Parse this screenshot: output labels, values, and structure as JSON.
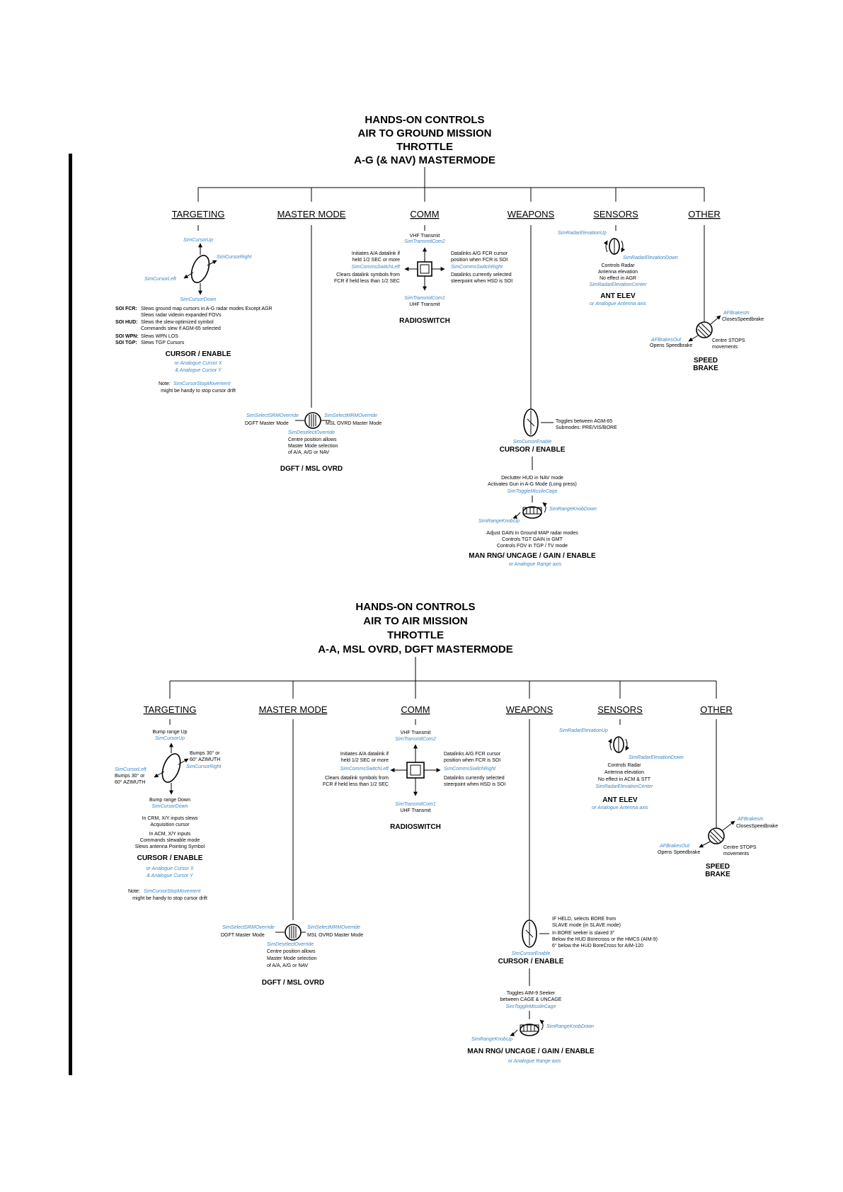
{
  "ag": {
    "title": [
      "HANDS-ON CONTROLS",
      "AIR TO GROUND MISSION",
      "THROTTLE",
      "A-G (& NAV) MASTERMODE"
    ],
    "headers": {
      "targeting": "TARGETING",
      "master_mode": "MASTER MODE",
      "comm": "COMM",
      "weapons": "WEAPONS",
      "sensors": "SENSORS",
      "other": "OTHER"
    },
    "targeting": {
      "sim_up": "SimCursorUp",
      "sim_right": "SimCursorRight",
      "sim_left": "SimCursorLeft",
      "sim_down": "SimCursorDown",
      "soi_fcr_label": "SOI FCR:",
      "soi_fcr_text": [
        "Slews ground map cursors in A-G radar modes Except AGR",
        "Slews radar videoin expanded FOVs"
      ],
      "soi_hud_label": "SOI HUD:",
      "soi_hud_text": [
        "Slews the slew-optimized symbol",
        "Commands slew if AGM-65 selected"
      ],
      "soi_wpn_label": "SOI WPN:",
      "soi_wpn_text": "Slews WPN LOS",
      "soi_tgp_label": "SOI TGP:",
      "soi_tgp_text": "Slews TGP Cursors",
      "name": "CURSOR / ENABLE",
      "analogue": [
        "or Analogue Cursor X",
        "& Analogue Cursor Y"
      ],
      "note_prefix": "Note:",
      "note_sim": "SimCursorStopMovement",
      "note_text": "might be handy to stop cursor drift"
    },
    "master_mode": {
      "sim_srm": "SimSelectSRMOverride",
      "sim_mrm": "SimSelectMRMOverride",
      "dgft": "DGFT Master Mode",
      "msl": "MSL OVRD Master Mode",
      "sim_deselect": "SimDeselectOverride",
      "centre": [
        "Centre position allows",
        "Master Mode selection",
        "of A/A, A/G or NAV"
      ],
      "name": "DGFT / MSL OVRD"
    },
    "comm": {
      "vhf": "VHF Transmit",
      "sim_com2": "SimTransmitCom2",
      "left_text": [
        "Initiates A/A datalink if",
        "held 1/2 SEC or more"
      ],
      "sim_left": "SimCommsSwitchLeft",
      "left_text2": [
        "Clears datalink symbols from",
        "FCR if held less than 1/2 SEC"
      ],
      "right_text": [
        "Datalinks A/G FCR cursor",
        "position when FCR is SOI"
      ],
      "sim_right": "SimCommsSwitchRight",
      "right_text2": [
        "Datalinks currently selected",
        "steerpoint when HSD is SOI"
      ],
      "sim_com1": "SimTransmitCom1",
      "uhf": "UHF Transmit",
      "name": "RADIOSWITCH"
    },
    "weapons": {
      "toggles": [
        "Toggles between AGM-65",
        "Submodes: PRE/VIS/BORE"
      ],
      "sim_enable": "SimCursorEnable",
      "name1": "CURSOR / ENABLE",
      "declutter": [
        "Declutter HUD in NAV mode",
        "Activates Gun in A-G Mode (Long press)"
      ],
      "sim_cage": "SimToggleMissileCage",
      "sim_knob_down": "SimRangeKnobDown",
      "sim_knob_up": "SimRangeKnobUp",
      "gain": [
        "Adjust GAIN in Ground MAP radar modes",
        "Controls TGT GAIN in GMT",
        "Controls FOV in TGP / TV mode"
      ],
      "name2": "MAN RNG/ UNCAGE / GAIN / ENABLE",
      "analogue": "or Analogue Range axis"
    },
    "sensors": {
      "sim_up": "SimRadarElevationUp",
      "sim_down": "SimRadarElevationDown",
      "controls": [
        "Controls Radar",
        "Antenna elevation",
        "No effect in AGR"
      ],
      "sim_center": "SimRadarElevationCenter",
      "name": "ANT ELEV",
      "analogue": "or Analogue Antenna axis"
    },
    "other": {
      "sim_in": "AFBrakesIn",
      "closes": "ClosesSpeedbrake",
      "sim_out": "AFBrakesOut",
      "opens": "Opens Speedbrake",
      "centre": [
        "Centre STOPS",
        "movements"
      ],
      "name": [
        "SPEED",
        "BRAKE"
      ]
    }
  },
  "aa": {
    "title": [
      "HANDS-ON CONTROLS",
      "AIR TO AIR MISSION",
      "THROTTLE",
      "A-A, MSL OVRD, DGFT  MASTERMODE"
    ],
    "headers": {
      "targeting": "TARGETING",
      "master_mode": "MASTER MODE",
      "comm": "COMM",
      "weapons": "WEAPONS",
      "sensors": "SENSORS",
      "other": "OTHER"
    },
    "targeting": {
      "bump_up": "Bump range Up",
      "sim_up": "SimCursorUp",
      "bump_right": [
        "Bumps 30° or",
        "60° AZIMUTH"
      ],
      "sim_right": "SimCursorRight",
      "sim_left": "SimCursorLeft",
      "bump_left": [
        "Bumps 30° or",
        "60° AZIMUTH"
      ],
      "bump_down": "Bump range Down",
      "sim_down": "SimCursorDown",
      "crm": [
        "In CRM, X/Y inputs slews",
        "Acquisition cursor"
      ],
      "acm": [
        "In ACM, X/Y inputs",
        "Commands slewable mode",
        "Slews antenna Pointing Symbol"
      ],
      "name": "CURSOR / ENABLE",
      "analogue": [
        "or Analogue Cursor X",
        "& Analogue Cursor Y"
      ],
      "note_prefix": "Note:",
      "note_sim": "SimCursorStopMovement",
      "note_text": "might be handy to stop cursor drift"
    },
    "master_mode": {
      "sim_srm": "SimSelectSRMOverride",
      "sim_mrm": "SimSelectMRMOverride",
      "dgft": "DGFT Master Mode",
      "msl": "MSL OVRD Master Mode",
      "sim_deselect": "SimDeselectOverride",
      "centre": [
        "Centre position allows",
        "Master Mode selection",
        "of A/A, A/G or NAV"
      ],
      "name": "DGFT / MSL OVRD"
    },
    "comm": {
      "vhf": "VHF Transmit",
      "sim_com2": "SimTransmitCom2",
      "left_text": [
        "Initiates A/A datalink if",
        "held 1/2 SEC or more"
      ],
      "sim_left": "SimCommsSwitchLeft",
      "left_text2": [
        "Clears datalink symbols from",
        "FCR if held less than 1/2 SEC"
      ],
      "right_text": [
        "Datalinks A/G FCR cursor",
        "position when FCR is SOI"
      ],
      "sim_right": "SimCommsSwitchRight",
      "right_text2": [
        "Datalinks currently selected",
        "steerpoint when HSD is SOI"
      ],
      "sim_com1": "SimTransmitCom1",
      "uhf": "UHF Transmit",
      "name": "RADIOSWITCH"
    },
    "weapons": {
      "held": [
        "IF HELD, selects BORE from",
        "SLAVE mode (in SLAVE mode)",
        "In BORE seeker is slaved 3°",
        "Below the HUD Borecross or the HMCS (AIM-9)",
        "6° below the HUD BoreCross for AIM-120"
      ],
      "sim_enable": "SimCursorEnable",
      "name1": "CURSOR / ENABLE",
      "toggles": [
        "Toggles AIM-9 Seeker",
        "between CAGE & UNCAGE"
      ],
      "sim_cage": "SimToggleMissileCage",
      "sim_knob_down": "SimRangeKnobDown",
      "sim_knob_up": "SimRangeKnobUp",
      "name2": "MAN RNG/ UNCAGE / GAIN / ENABLE",
      "analogue": "or Analogue Range axis"
    },
    "sensors": {
      "sim_up": "SimRadarElevationUp",
      "sim_down": "SimRadarElevationDown",
      "controls": [
        "Controls Radar",
        "Antenna elevation",
        "No effect in ACM & STT"
      ],
      "sim_center": "SimRadarElevationCenter",
      "name": "ANT ELEV",
      "analogue": "or Analogue Antenna axis"
    },
    "other": {
      "sim_in": "AFBrakesIn",
      "closes": "ClosesSpeedbrake",
      "sim_out": "AFBrakesOut",
      "opens": "Opens Speedbrake",
      "centre": [
        "Centre STOPS",
        "movements"
      ],
      "name": [
        "SPEED",
        "BRAKE"
      ]
    }
  }
}
